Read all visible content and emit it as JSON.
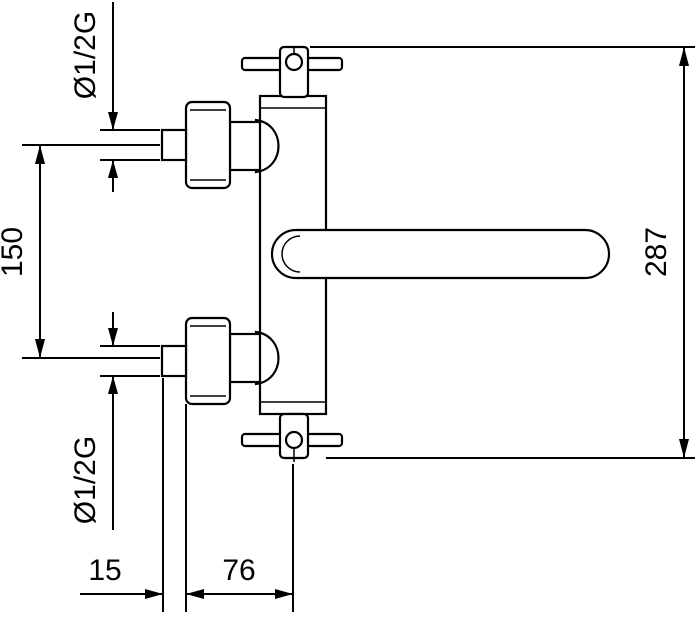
{
  "dimensions": {
    "height_total": "287",
    "inlet_spacing": "150",
    "thread_top": "Ø1/2G",
    "thread_bottom": "Ø1/2G",
    "offset_inlet": "15",
    "offset_body": "76"
  }
}
